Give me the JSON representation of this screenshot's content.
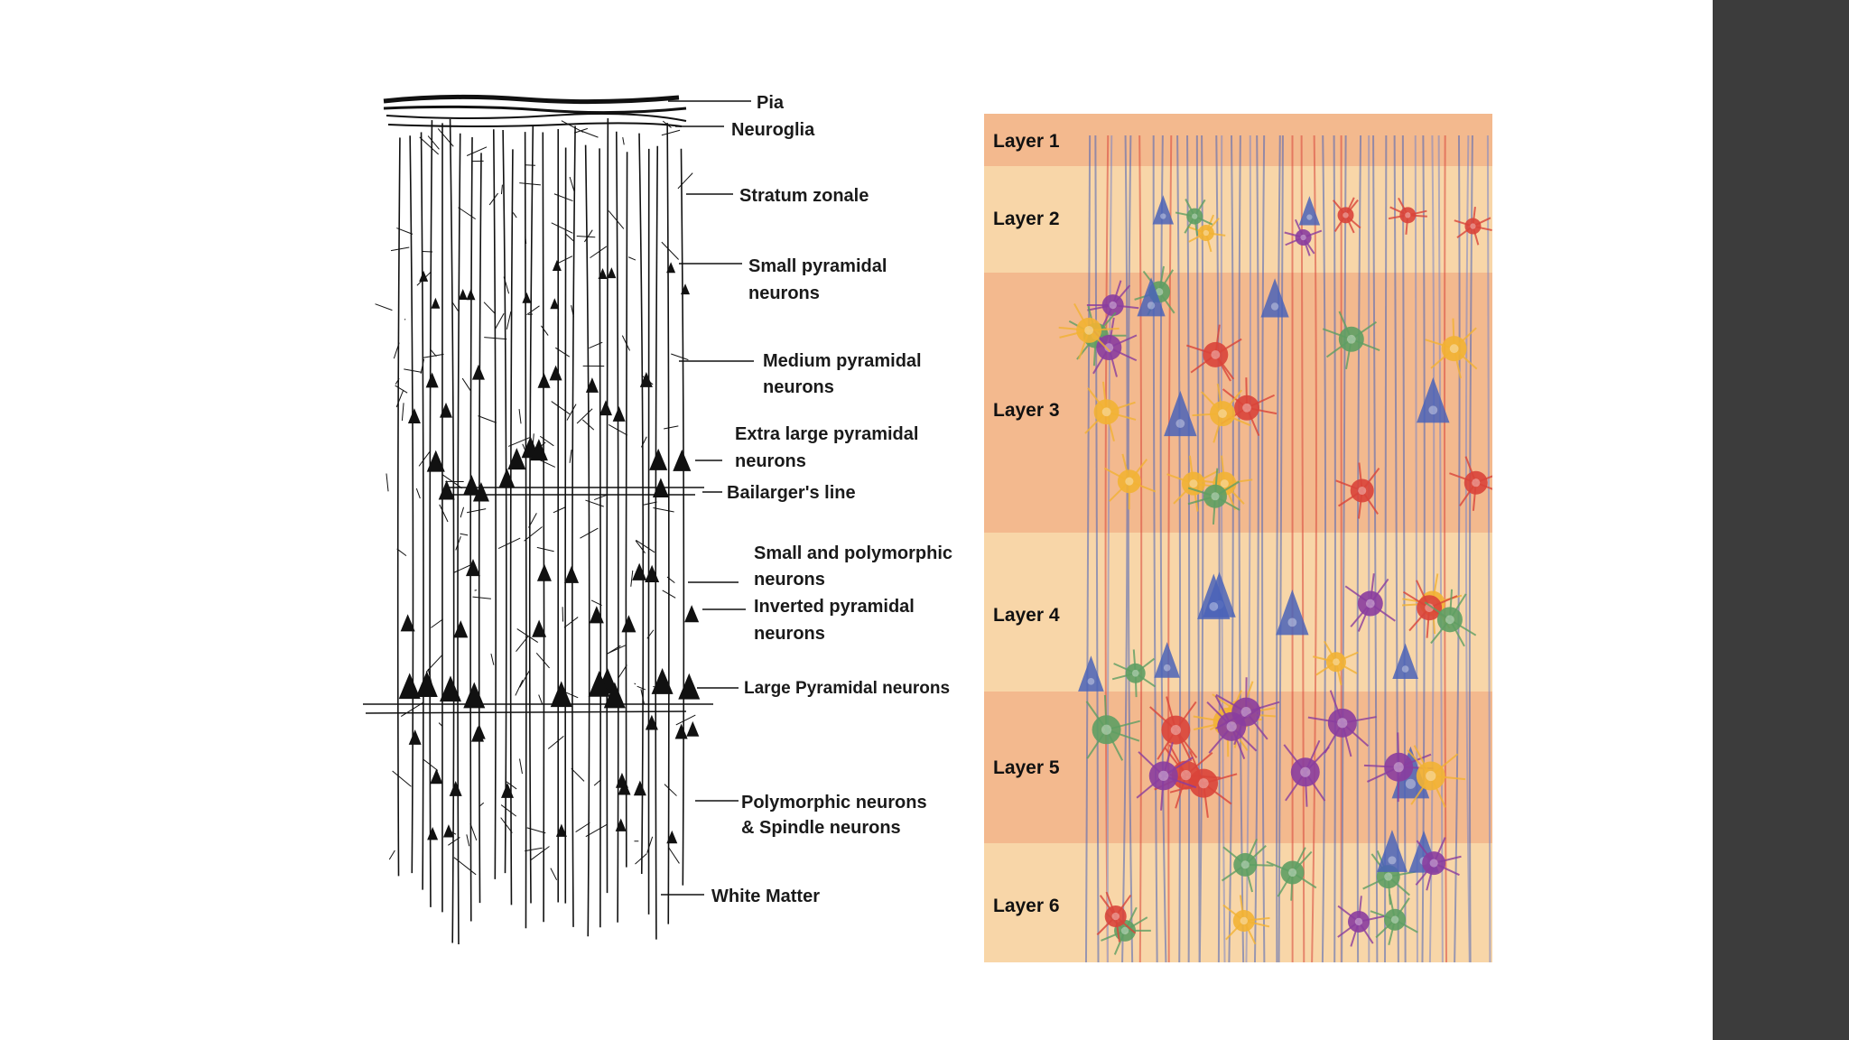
{
  "left_diagram": {
    "labels": [
      {
        "id": "pia",
        "lines": [
          "Pia"
        ]
      },
      {
        "id": "neuroglia",
        "lines": [
          "Neuroglia"
        ]
      },
      {
        "id": "stratum-zonale",
        "lines": [
          "Stratum zonale"
        ]
      },
      {
        "id": "small-pyramidal",
        "lines": [
          "Small pyramidal",
          "neurons"
        ]
      },
      {
        "id": "medium-pyramidal",
        "lines": [
          "Medium pyramidal",
          "neurons"
        ]
      },
      {
        "id": "extra-large-pyramidal",
        "lines": [
          "Extra large pyramidal",
          "neurons"
        ]
      },
      {
        "id": "bailarger",
        "lines": [
          "Bailarger's line"
        ]
      },
      {
        "id": "small-polymorphic",
        "lines": [
          "Small and polymorphic",
          "neurons"
        ]
      },
      {
        "id": "inverted-pyramidal",
        "lines": [
          "Inverted pyramidal",
          "neurons"
        ]
      },
      {
        "id": "large-pyramidal",
        "lines": [
          "Large Pyramidal neurons"
        ]
      },
      {
        "id": "polymorphic-spindle",
        "lines": [
          "Polymorphic neurons",
          "& Spindle neurons"
        ]
      },
      {
        "id": "white-matter",
        "lines": [
          "White Matter"
        ]
      }
    ]
  },
  "right_diagram": {
    "layers": [
      {
        "label": "Layer 1",
        "color": "#f3b98e"
      },
      {
        "label": "Layer 2",
        "color": "#f8d6a8"
      },
      {
        "label": "Layer 3",
        "color": "#f3b98e"
      },
      {
        "label": "Layer 4",
        "color": "#f8d6a8"
      },
      {
        "label": "Layer 5",
        "color": "#f3b98e"
      },
      {
        "label": "Layer 6",
        "color": "#f8d6a8"
      }
    ]
  },
  "colors": {
    "background": "#ffffff",
    "side_panel": "#3c3c3c",
    "neuron_blue": "#4a63b8",
    "neuron_red": "#d9443a",
    "neuron_yellow": "#f2b233",
    "neuron_purple": "#8a3d9e",
    "neuron_green": "#5e9e63"
  }
}
